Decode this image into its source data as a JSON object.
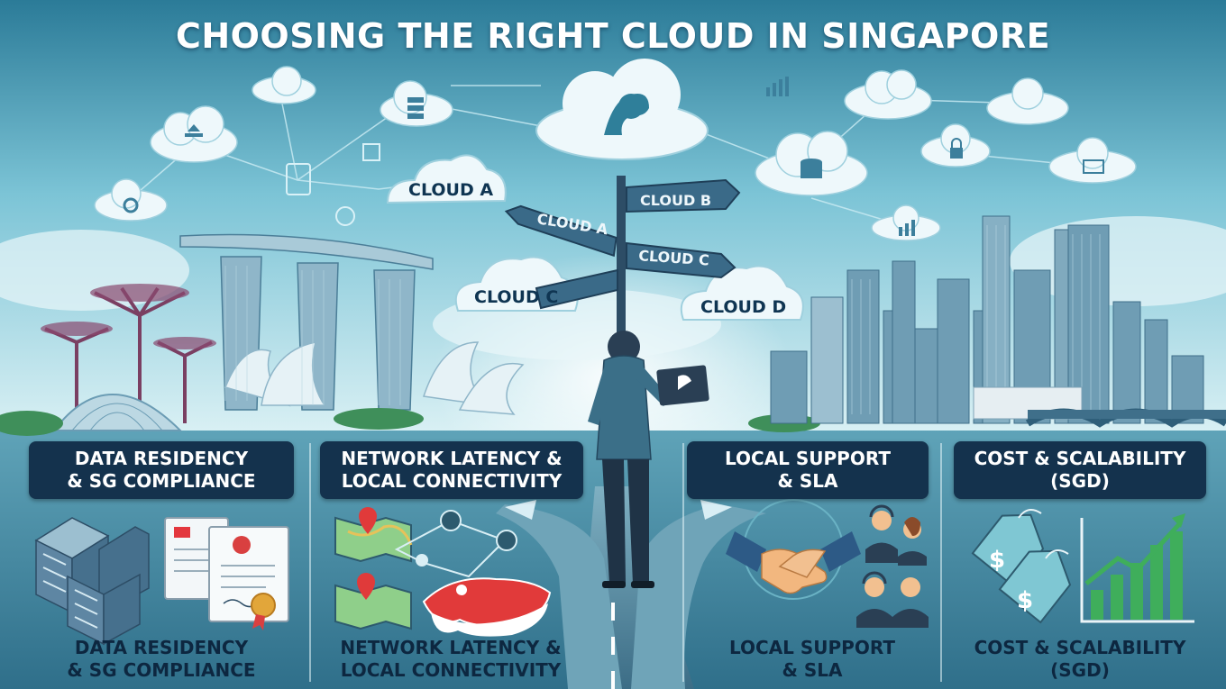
{
  "title": "CHOOSING THE RIGHT CLOUD IN SINGAPORE",
  "clouds": {
    "cloud_a": "CLOUD A",
    "cloud_c": "CLOUD C",
    "cloud_d": "CLOUD D"
  },
  "signpost": {
    "left": "CLOUD A",
    "right_top": "CLOUD B",
    "right_bottom": "CLOUD C"
  },
  "panels": [
    {
      "heading": "DATA RESIDENCY & SG COMPLIANCE",
      "heading_l1": "DATA RESIDENCY",
      "heading_l2": "& SG COMPLIANCE",
      "caption_l1": "DATA RESIDENCY",
      "caption_l2": "& SG COMPLIANCE",
      "icon": "server-and-certificate-icon"
    },
    {
      "heading_l1": "NETWORK LATENCY &",
      "heading_l2": "LOCAL CONNECTIVITY",
      "caption_l1": "NETWORK LATENCY &",
      "caption_l2": "LOCAL CONNECTIVITY",
      "icon": "map-network-icon"
    },
    {
      "heading_l1": "LOCAL SUPPORT",
      "heading_l2": "& SLA",
      "caption_l1": "LOCAL SUPPORT",
      "caption_l2": "& SLA",
      "icon": "handshake-support-icon"
    },
    {
      "heading_l1": "COST & SCALABILITY",
      "heading_l2": "(SGD)",
      "caption_l1": "COST & SCALABILITY",
      "caption_l2": "(SGD)",
      "icon": "price-tag-growth-icon"
    }
  ],
  "colors": {
    "panel_heading_bg": "#14324d",
    "sky_top": "#2f7f9a",
    "ground": "#4f8fa6",
    "accent_green": "#3fae5b"
  }
}
